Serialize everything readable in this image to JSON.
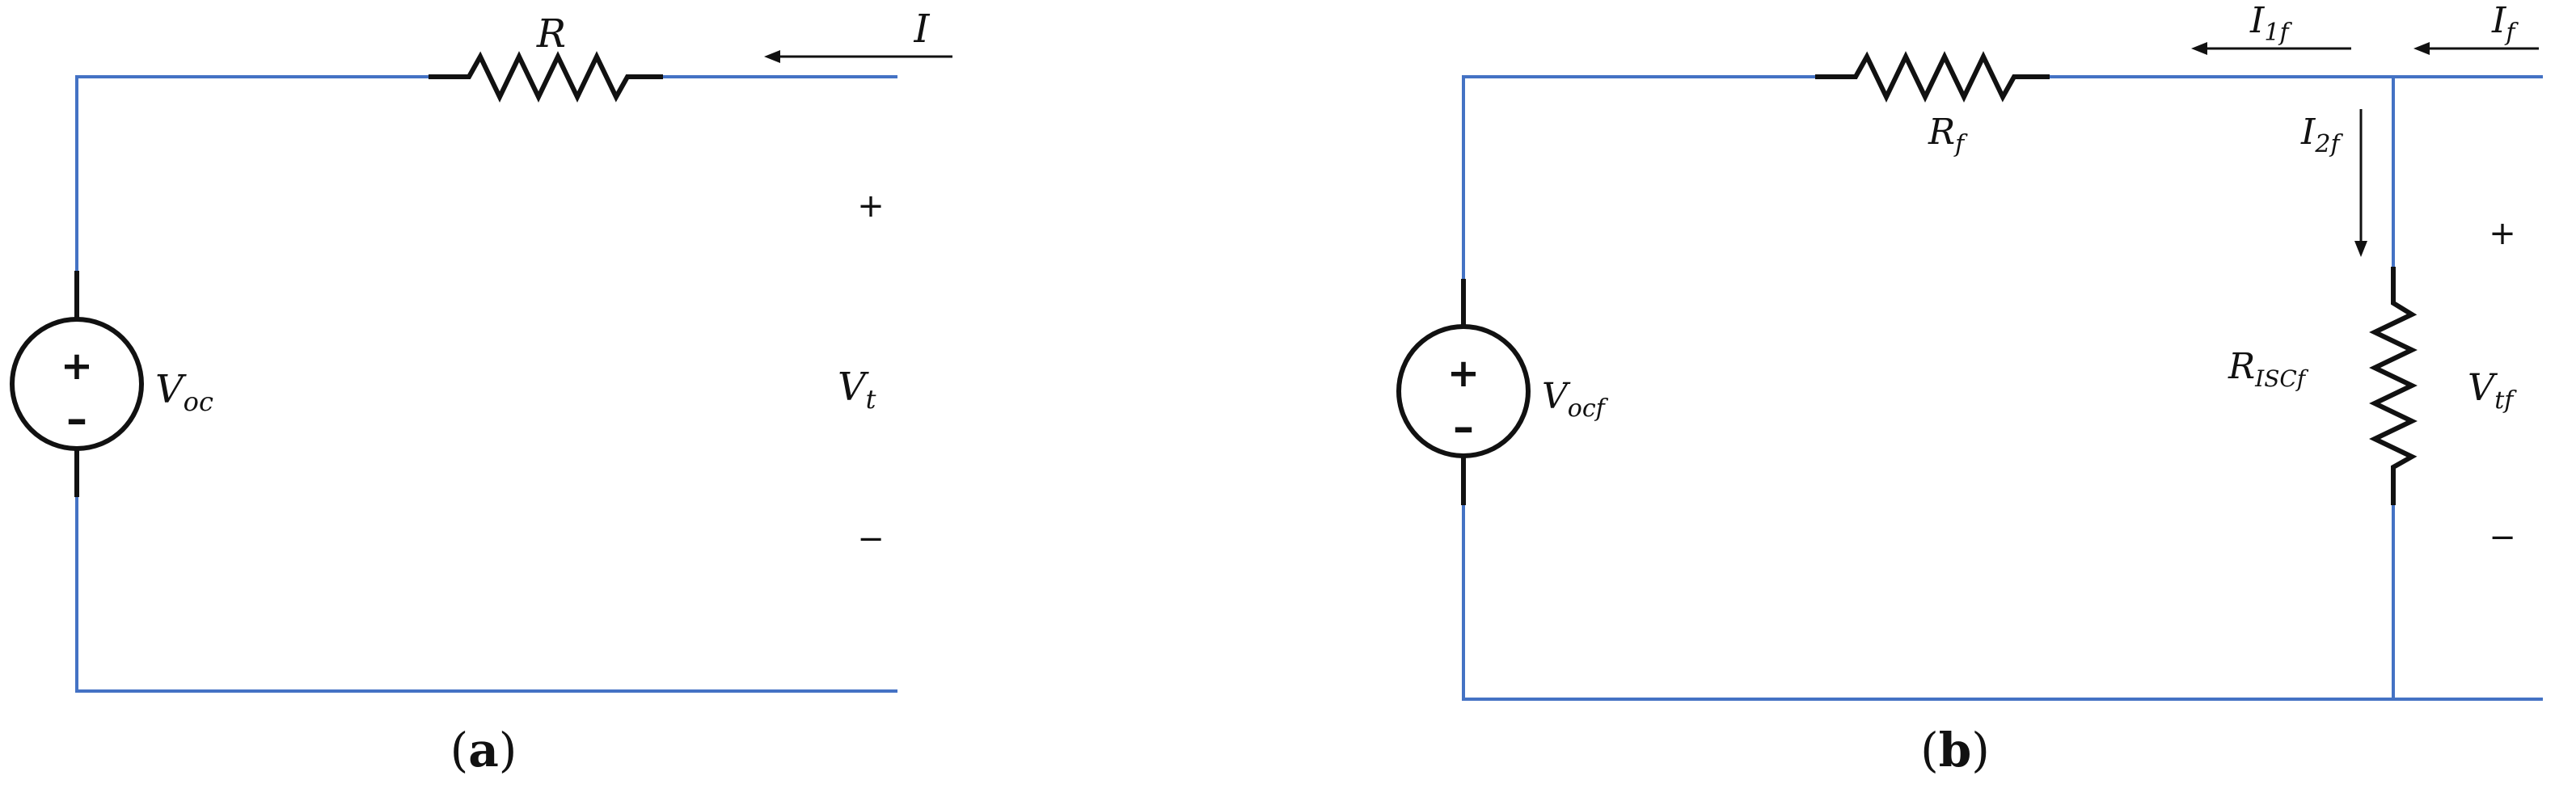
{
  "panel_a": {
    "resistor_label": "R",
    "current_label": "I",
    "source_label": {
      "base": "V",
      "sub": "oc"
    },
    "terminal_voltage": {
      "base": "V",
      "sub": "t"
    },
    "plus": "+",
    "minus": "−",
    "caption": {
      "open": "(",
      "letter": "a",
      "close": ")"
    }
  },
  "panel_b": {
    "resistor_label": {
      "base": "R",
      "sub": "f"
    },
    "current_1": {
      "base": "I",
      "sub": "1f"
    },
    "current_total": {
      "base": "I",
      "sub": "f"
    },
    "current_2": {
      "base": "I",
      "sub": "2f"
    },
    "shunt_label": {
      "base": "R",
      "sub": "ISCf"
    },
    "source_label": {
      "base": "V",
      "sub": "ocf"
    },
    "terminal_voltage": {
      "base": "V",
      "sub": "tf"
    },
    "plus": "+",
    "minus": "−",
    "caption": {
      "open": "(",
      "letter": "b",
      "close": ")"
    }
  },
  "colors": {
    "wire": "#4472c4",
    "component": "#111111"
  }
}
